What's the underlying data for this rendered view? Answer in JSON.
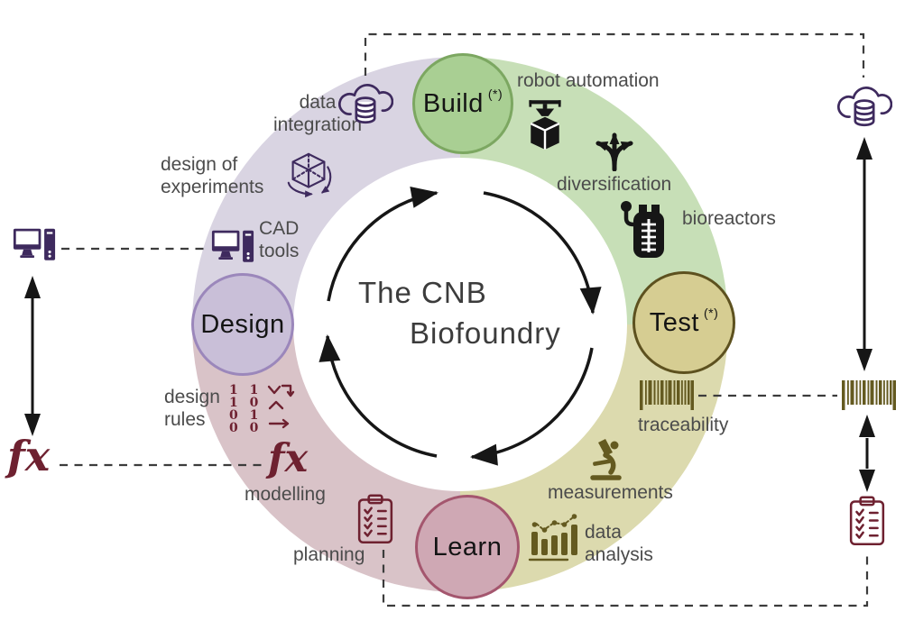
{
  "title": {
    "line1": "The CNB",
    "line2": "Biofoundry"
  },
  "nodes": {
    "design": {
      "label": "Design"
    },
    "build": {
      "label": "Build",
      "sup": "(*)"
    },
    "test": {
      "label": "Test",
      "sup": "(*)"
    },
    "learn": {
      "label": "Learn"
    }
  },
  "labels": {
    "data_integration_1": "data",
    "data_integration_2": "integration",
    "design_of_experiments_1": "design of",
    "design_of_experiments_2": "experiments",
    "cad_tools_1": "CAD",
    "cad_tools_2": "tools",
    "design_rules_1": "design",
    "design_rules_2": "rules",
    "modelling": "modelling",
    "planning": "planning",
    "robot_automation": "robot automation",
    "diversification": "diversification",
    "bioreactors": "bioreactors",
    "traceability": "traceability",
    "measurements": "measurements",
    "data_analysis_1": "data",
    "data_analysis_2": "analysis"
  },
  "symbols": {
    "fx": "fx",
    "bits": [
      "1 1",
      "1 0",
      "0 1",
      "0 0"
    ]
  },
  "icons": {
    "cloud-database": "cloud outline with stacked db cylinder",
    "computer": "desktop monitor with tower",
    "cube-3d": "wireframe cube with rotate arrows",
    "robot-automation": "print head over open box",
    "diversification": "three branching arrows",
    "bioreactor": "vessel with ladder and pump",
    "barcode": "vertical bars",
    "microscope": "microscope silhouette",
    "bar-chart": "bars with dotted trend line",
    "clipboard-checklist": "clipboard with check rows",
    "fx-function": "italic serif fx",
    "design-rules-bits": "binary digits with logic arrows"
  },
  "colors": {
    "band_design": "#d9d4e2",
    "band_build": "#c7dfb7",
    "band_test": "#dcdaae",
    "band_learn": "#d9c3c8",
    "node_design_fill": "#c9bfd8",
    "node_design_border": "#9b87bb",
    "node_build_fill": "#a9cf93",
    "node_build_border": "#7ca761",
    "node_test_fill": "#d6cd92",
    "node_test_border": "#5d511f",
    "node_learn_fill": "#cfa8b4",
    "node_learn_border": "#a4566e",
    "icon_purple": "#3e2a5e",
    "icon_maroon": "#6e2130",
    "icon_olive": "#645a20",
    "icon_black": "#161616",
    "label_text": "#4b4b4b",
    "title_text": "#3c3c3c",
    "dash_color": "#3c3c3c"
  }
}
